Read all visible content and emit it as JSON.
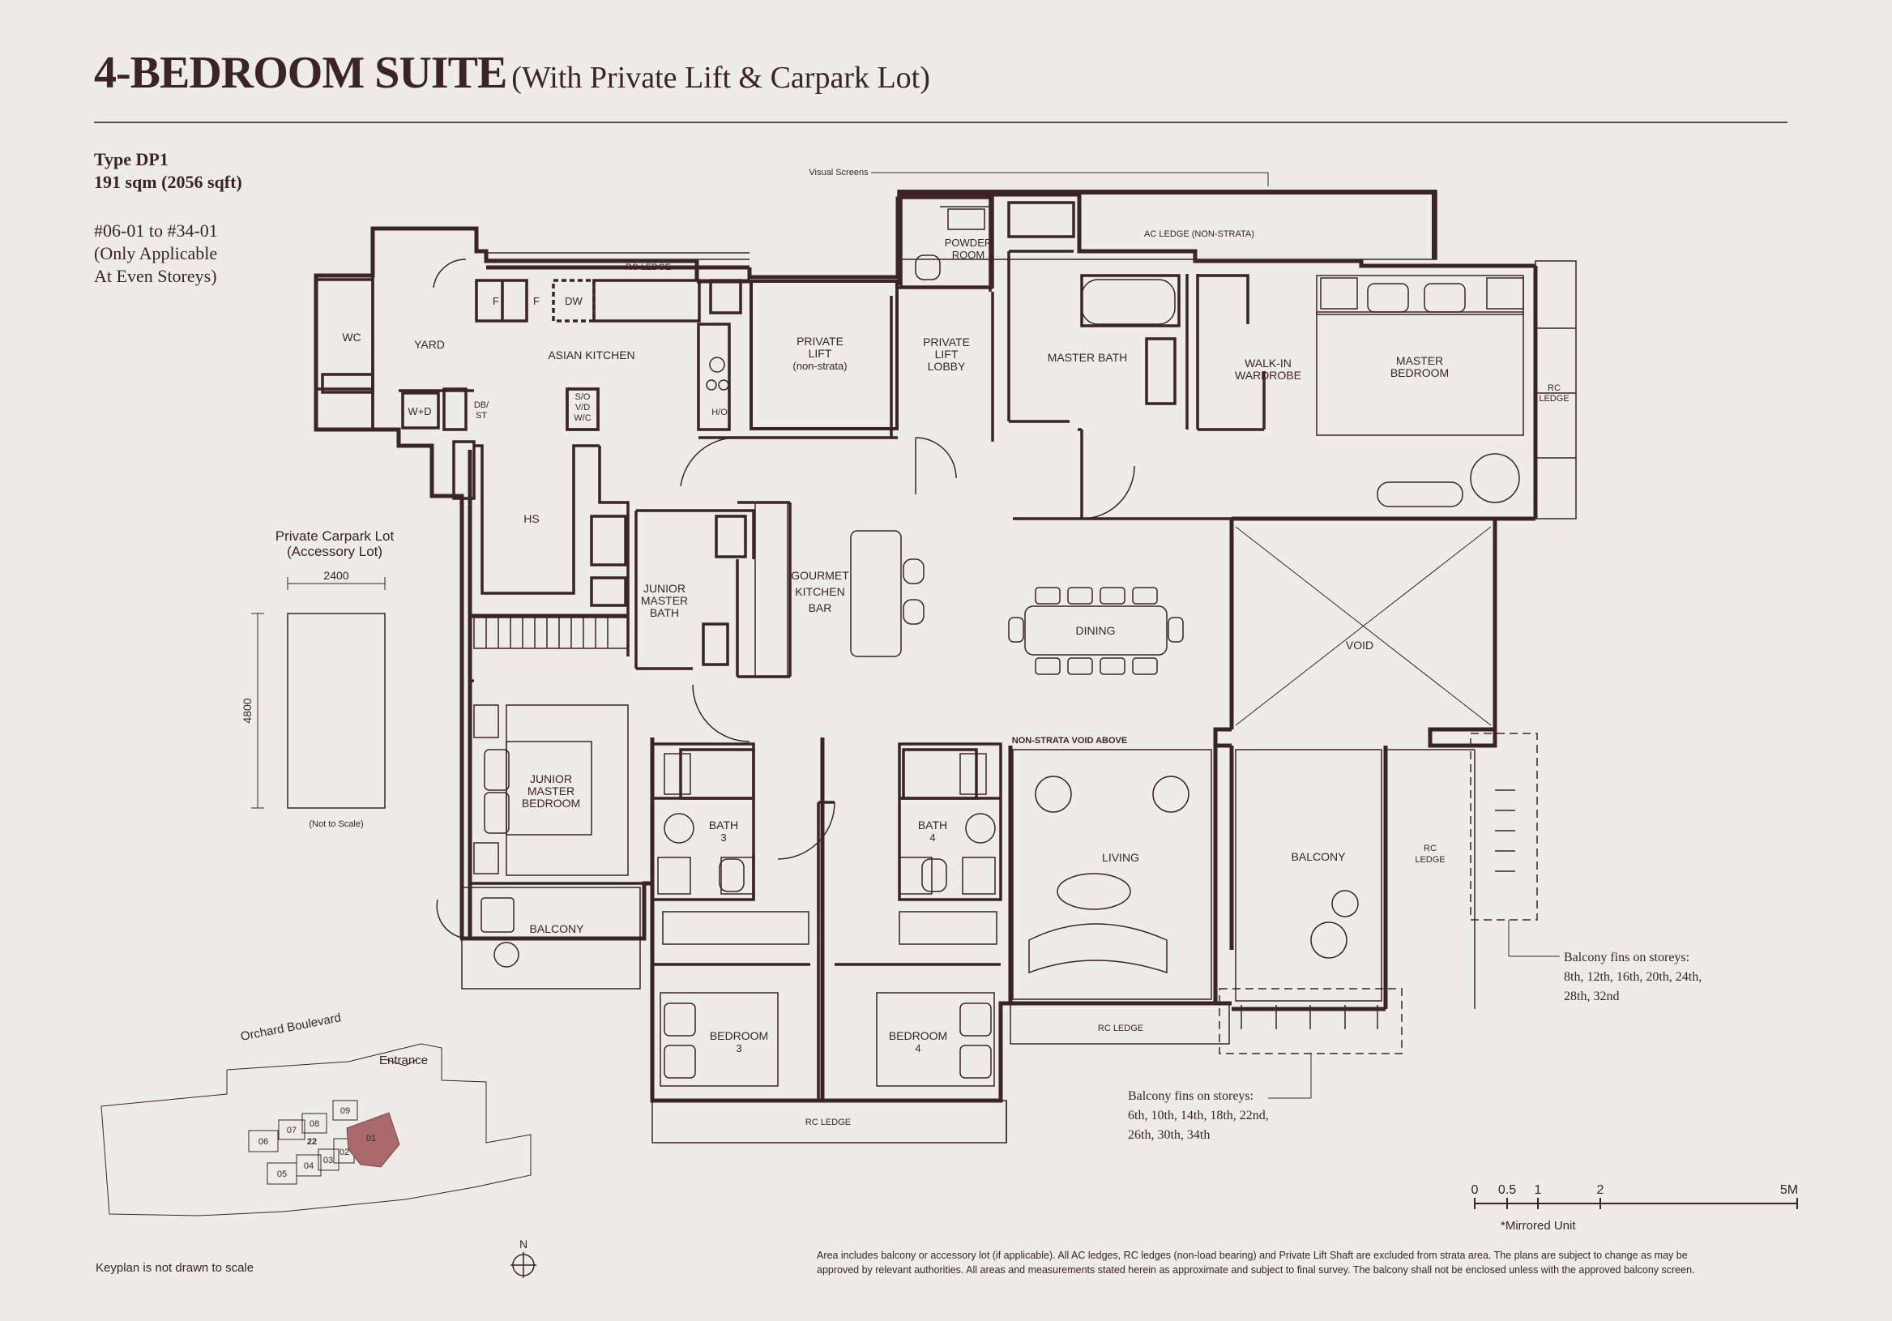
{
  "header": {
    "title": "4-BEDROOM SUITE",
    "subtitle": "(With Private Lift & Carpark Lot)"
  },
  "unit": {
    "type": "Type DP1",
    "area": "191 sqm (2056 sqft)",
    "units_line1": "#06-01 to #34-01",
    "units_line2": "(Only Applicable",
    "units_line3": "At Even Storeys)"
  },
  "carpark": {
    "label1": "Private Carpark Lot",
    "label2": "(Accessory Lot)",
    "width": "2400",
    "length": "4800",
    "note": "(Not to Scale)"
  },
  "rooms": {
    "wc": "WC",
    "yard": "YARD",
    "asian_kitchen": "ASIAN KITCHEN",
    "rc_ledge_top": "RC LEDGE",
    "fridge1": "F",
    "fridge2": "F",
    "dw": "DW",
    "wd": "W+D",
    "dbst1": "DB/",
    "dbst2": "ST",
    "svd1": "S/O",
    "svd2": "V/D",
    "svd3": "W/C",
    "ho": "H/O",
    "hs": "HS",
    "private_lift1": "PRIVATE",
    "private_lift2": "LIFT",
    "private_lift3": "(non-strata)",
    "lift_lobby1": "PRIVATE",
    "lift_lobby2": "LIFT",
    "lift_lobby3": "LOBBY",
    "powder1": "POWDER",
    "powder2": "ROOM",
    "visual_screens": "Visual Screens",
    "ac_ledge": "AC LEDGE (NON-STRATA)",
    "master_bath": "MASTER BATH",
    "walkin1": "WALK-IN",
    "walkin2": "WARDROBE",
    "master_bed1": "MASTER",
    "master_bed2": "BEDROOM",
    "rc_ledge_right1": "RC",
    "rc_ledge_right2": "LEDGE",
    "jmb1": "JUNIOR",
    "jmb2": "MASTER",
    "jmb3": "BATH",
    "gourmet1": "GOURMET",
    "gourmet2": "KITCHEN",
    "gourmet3": "BAR",
    "dining": "DINING",
    "void": "VOID",
    "jm_bed1": "JUNIOR",
    "jm_bed2": "MASTER",
    "jm_bed3": "BEDROOM",
    "balcony_small": "BALCONY",
    "bath3a": "BATH",
    "bath3b": "3",
    "bath4a": "BATH",
    "bath4b": "4",
    "nonstrata_void": "NON-STRATA VOID ABOVE",
    "living": "LIVING",
    "balcony": "BALCONY",
    "rc_ledge_balc1": "RC",
    "rc_ledge_balc2": "LEDGE",
    "bed3a": "BEDROOM",
    "bed3b": "3",
    "bed4a": "BEDROOM",
    "bed4b": "4",
    "rc_ledge_mid": "RC LEDGE",
    "rc_ledge_bottom": "RC LEDGE"
  },
  "fins": {
    "right_line1": "Balcony fins on storeys:",
    "right_line2": "8th, 12th, 16th, 20th, 24th,",
    "right_line3": "28th, 32nd",
    "bottom_line1": "Balcony fins on storeys:",
    "bottom_line2": "6th, 10th, 14th, 18th, 22nd,",
    "bottom_line3": "26th, 30th, 34th"
  },
  "keyplan": {
    "street": "Orchard Boulevard",
    "entrance": "Entrance",
    "units": [
      "06",
      "07",
      "08",
      "09",
      "22",
      "01",
      "05",
      "04",
      "03",
      "02"
    ],
    "note": "Keyplan is not drawn to scale",
    "north": "N",
    "highlight_color": "#a86a6c"
  },
  "scale": {
    "ticks": [
      "0",
      "0.5",
      "1",
      "2",
      "5M"
    ],
    "note": "*Mirrored Unit"
  },
  "footnote": {
    "line1": "Area includes balcony or accessory lot (if applicable). All AC ledges, RC ledges (non-load bearing) and Private Lift Shaft are excluded from strata area. The plans are subject to change as may be",
    "line2": "approved by relevant authorities. All areas and measurements stated herein as approximate and subject to final survey. The balcony shall not be enclosed unless with the approved balcony screen."
  }
}
